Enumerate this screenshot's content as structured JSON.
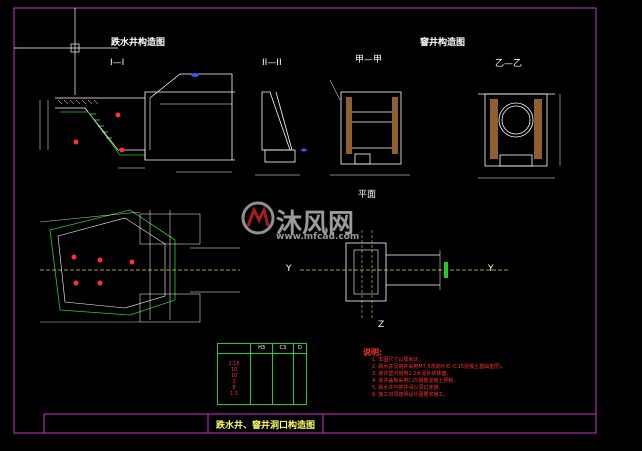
{
  "drawing": {
    "title_block_text": "跌水井、窨井洞口构造图",
    "watermark_brand": "沐风网",
    "watermark_url": "www.mfcad.com"
  },
  "views": {
    "drop_well_title": "跌水井构造图",
    "manhole_title": "窨井构造图",
    "section_1": "I—I",
    "section_2": "II—II",
    "section_jia": "甲—甲",
    "section_yi": "乙—乙",
    "plan_title": "平面"
  },
  "markers": {
    "cut_left": "Y",
    "cut_right": "Y",
    "cut_bottom": "Z"
  },
  "spec_table": {
    "headers": [
      "",
      "H3",
      "C3",
      "D"
    ],
    "rows": [
      "2:15",
      "10",
      "10",
      "2",
      "8",
      "1.5"
    ]
  },
  "notes": {
    "title": "说明:",
    "items": [
      "1. 本图尺寸以厘米计。",
      "2. 跌水井及窨井采用M7.5浆砌片石 (C15混凝土基础垫层)。",
      "3. 窨井壁内侧用1:2水泥砂浆抹面。",
      "4. 窨井盖板采用C25钢筋混凝土预制。",
      "5. 跌水井与窨井间以洞口连接。",
      "6. 施工时须按照设计图要求施工。"
    ]
  },
  "colors": {
    "line_white": "#ffffff",
    "line_green": "#22cc22",
    "line_magenta": "#cc33cc",
    "line_yellow": "#e0d040",
    "text_red": "#ff3030",
    "line_blue": "#3355ff"
  }
}
